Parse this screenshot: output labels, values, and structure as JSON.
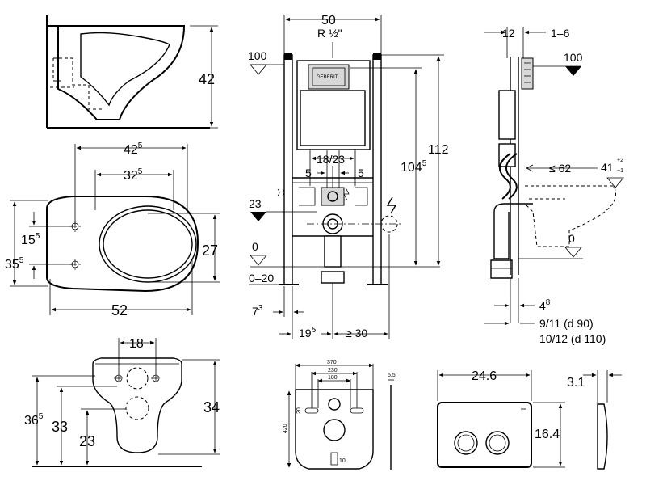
{
  "bowl_side": {
    "height": "42"
  },
  "bowl_top": {
    "outer_span": "42",
    "outer_span_sup": "5",
    "inner_span": "32",
    "inner_span_sup": "5",
    "hole_offset": "15",
    "hole_offset_sup": "5",
    "total_width": "35",
    "total_width_sup": "5",
    "seat_height": "27",
    "length": "52"
  },
  "frame_front": {
    "width": "50",
    "thread": "R ½\"",
    "level_top": "100",
    "level_inlet": "23",
    "level_floor": "0",
    "floor_range": "0–20",
    "height_total": "112",
    "height_pan": "104",
    "height_pan_sup": "5",
    "bolt_spacing": "18/23",
    "offset_left": "5",
    "offset_right": "5",
    "foot_offset": "7",
    "foot_offset_sup": "3",
    "pipe_offset": "19",
    "pipe_offset_sup": "5",
    "min_clearance": "≥ 30",
    "brand": "GEBERIT"
  },
  "frame_side": {
    "depth": "12",
    "depth_range": "1–6",
    "level_top": "100",
    "reach": "≤ 62",
    "pan_height": "41",
    "pan_tol_plus": "+2",
    "pan_tol_minus": "−1",
    "level_floor": "0",
    "wall_offset": "4",
    "wall_offset_sup": "8",
    "pipe_d90": "9/11 (d 90)",
    "pipe_d110": "10/12 (d 110)"
  },
  "bowl_front": {
    "width": "18",
    "height": "34",
    "height_total": "36",
    "height_total_sup": "5",
    "hole_height": "33",
    "inlet_height": "23"
  },
  "sound_mat": {
    "width": "370",
    "inner_width": "230",
    "bolt_spacing": "180",
    "height": "420",
    "hole_dia": "20",
    "thickness": "5.5",
    "slot": "10"
  },
  "flush_plate": {
    "width": "24.6",
    "height": "16.4",
    "depth": "3.1"
  }
}
